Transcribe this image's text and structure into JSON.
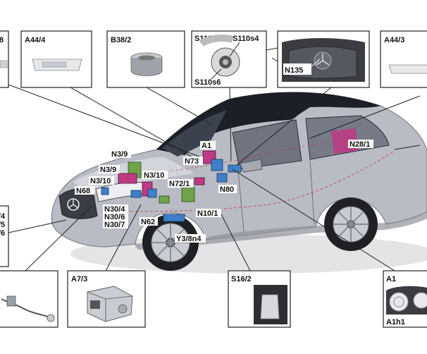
{
  "boxes": {
    "b38_left": {
      "label": "8"
    },
    "a44_4": {
      "label": "A44/4"
    },
    "b38_2": {
      "label": "B38/2"
    },
    "s110": {
      "label_1": "S110",
      "label_2": "S110s4",
      "label_3": "S110s6"
    },
    "n135": {
      "label": "N135"
    },
    "a44_3": {
      "label": "A44/3"
    },
    "left_mid": {
      "label_1": "/4",
      "label_2": "/5",
      "label_3": "/6"
    },
    "a7_3": {
      "label": "A7/3"
    },
    "s16_2": {
      "label": "S16/2"
    },
    "a1": {
      "label_1": "A1",
      "label_2": "A1h1"
    }
  },
  "callouts": {
    "a1": "A1",
    "n73": "N73",
    "n3_9a": "N3/9",
    "n3_9b": "N3/9",
    "n3_10a": "N3/10",
    "n3_10b": "N3/10",
    "n68": "N68",
    "n72_1": "N72/1",
    "n80": "N80",
    "n30_4": "N30/4",
    "n30_6": "N30/6",
    "n30_7": "N30/7",
    "n62": "N62",
    "n10_1": "N10/1",
    "y3_8n4": "Y3/8n4",
    "n28_1": "N28/1"
  },
  "colors": {
    "car_body": "#b9bcc4",
    "glass": "#1c1f26",
    "module_green": "#6ea34a",
    "module_magenta": "#c03a86",
    "module_blue": "#3f7fc8",
    "leader": "#222222"
  }
}
